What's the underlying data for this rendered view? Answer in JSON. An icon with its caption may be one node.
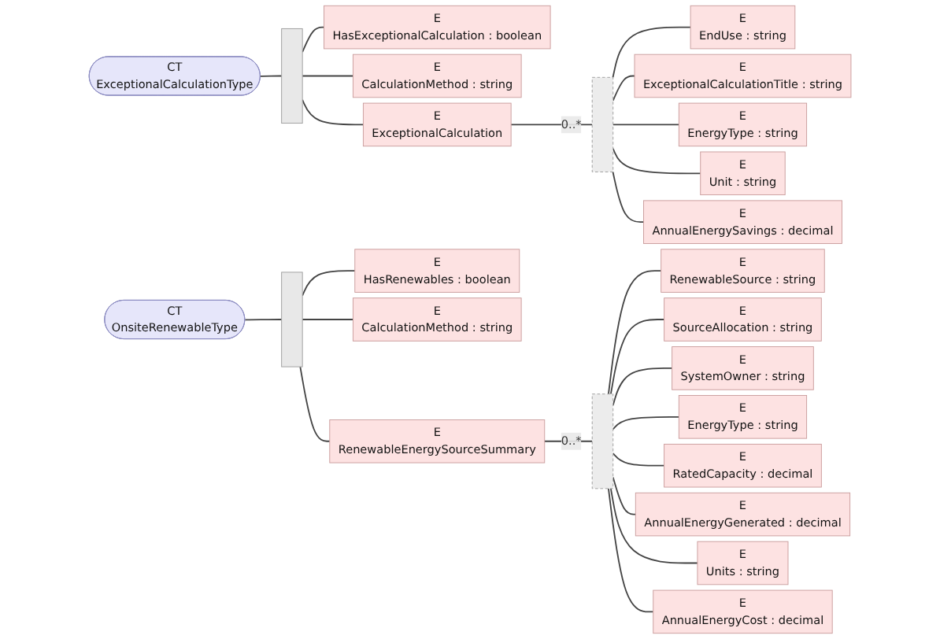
{
  "diagram": {
    "nodes": [
      {
        "text": [
          "CT",
          "ExceptionalCalculationType"
        ]
      },
      {
        "text": [],
        "shape": "bar"
      },
      {
        "text": [
          "E",
          "HasExceptionalCalculation : boolean"
        ]
      },
      {
        "text": [
          "E",
          "CalculationMethod : string"
        ]
      },
      {
        "text": [
          "E",
          "ExceptionalCalculation"
        ]
      },
      {
        "text": [],
        "shape": "bar"
      },
      {
        "text": [
          "E",
          "EndUse : string"
        ]
      },
      {
        "text": [
          "E",
          "ExceptionalCalculationTitle : string"
        ]
      },
      {
        "text": [
          "E",
          "EnergyType : string"
        ]
      },
      {
        "text": [
          "E",
          "Unit : string"
        ]
      },
      {
        "text": [
          "E",
          "AnnualEnergySavings : decimal"
        ]
      },
      {
        "text": [
          "CT",
          "OnsiteRenewableType"
        ]
      },
      {
        "text": [],
        "shape": "bar"
      },
      {
        "text": [
          "E",
          "HasRenewables : boolean"
        ]
      },
      {
        "text": [
          "E",
          "CalculationMethod : string"
        ]
      },
      {
        "text": [
          "E",
          "RenewableEnergySourceSummary"
        ]
      },
      {
        "text": [],
        "shape": "bar"
      },
      {
        "text": [
          "E",
          "RenewableSource : string"
        ]
      },
      {
        "text": [
          "E",
          "SourceAllocation : string"
        ]
      },
      {
        "text": [
          "E",
          "SystemOwner : string"
        ]
      },
      {
        "text": [
          "E",
          "EnergyType : string"
        ]
      },
      {
        "text": [
          "E",
          "RatedCapacity : decimal"
        ]
      },
      {
        "text": [
          "E",
          "AnnualEnergyGenerated : decimal"
        ]
      },
      {
        "text": [
          "E",
          "Units : string"
        ]
      },
      {
        "text": [
          "E",
          "AnnualEnergyCost : decimal"
        ]
      }
    ],
    "edges": [
      {
        "from": 0,
        "to": 1,
        "arrow": "none"
      },
      {
        "from": 1,
        "to": 2,
        "arrow": "none"
      },
      {
        "from": 1,
        "to": 3,
        "arrow": "none"
      },
      {
        "from": 1,
        "to": 4,
        "arrow": "none"
      },
      {
        "from": 4,
        "to": 5,
        "arrow": "none",
        "label": "0..*"
      },
      {
        "from": 5,
        "to": 6,
        "arrow": "none"
      },
      {
        "from": 5,
        "to": 7,
        "arrow": "none"
      },
      {
        "from": 5,
        "to": 8,
        "arrow": "none"
      },
      {
        "from": 5,
        "to": 9,
        "arrow": "none"
      },
      {
        "from": 5,
        "to": 10,
        "arrow": "none"
      },
      {
        "from": 11,
        "to": 12,
        "arrow": "none"
      },
      {
        "from": 12,
        "to": 13,
        "arrow": "none"
      },
      {
        "from": 12,
        "to": 14,
        "arrow": "none"
      },
      {
        "from": 12,
        "to": 15,
        "arrow": "none"
      },
      {
        "from": 15,
        "to": 16,
        "arrow": "none",
        "label": "0..*"
      },
      {
        "from": 16,
        "to": 17,
        "arrow": "none"
      },
      {
        "from": 16,
        "to": 18,
        "arrow": "none"
      },
      {
        "from": 16,
        "to": 19,
        "arrow": "none"
      },
      {
        "from": 16,
        "to": 20,
        "arrow": "none"
      },
      {
        "from": 16,
        "to": 21,
        "arrow": "none"
      },
      {
        "from": 16,
        "to": 22,
        "arrow": "none"
      },
      {
        "from": 16,
        "to": 23,
        "arrow": "none"
      },
      {
        "from": 16,
        "to": 24,
        "arrow": "none"
      }
    ]
  }
}
